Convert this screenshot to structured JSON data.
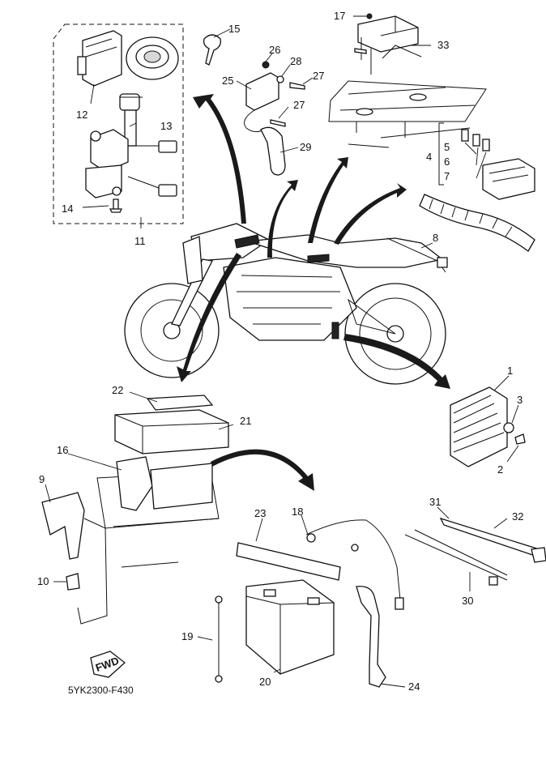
{
  "diagram": {
    "code": "5YK2300-F430",
    "fwd_label": "FWD",
    "callouts": [
      "1",
      "2",
      "3",
      "4",
      "5",
      "6",
      "7",
      "8",
      "9",
      "10",
      "11",
      "12",
      "13",
      "14",
      "15",
      "16",
      "17",
      "18",
      "19",
      "20",
      "21",
      "22",
      "23",
      "24",
      "25",
      "26",
      "27",
      "27",
      "28",
      "29",
      "30",
      "31",
      "32",
      "33"
    ]
  }
}
